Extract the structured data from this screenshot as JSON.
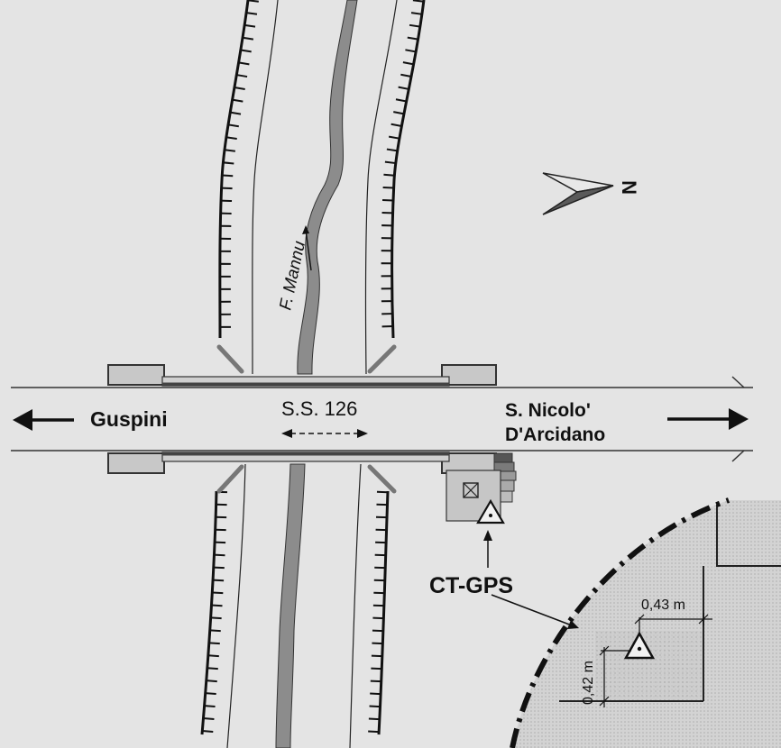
{
  "labels": {
    "river": "F. Mannu",
    "road": "S.S. 126",
    "west_town": "Guspini",
    "east_town_line1": "S. Nicolo'",
    "east_town_line2": "D'Arcidano",
    "station": "CT-GPS",
    "north": "N",
    "offset_x": "0,43 m",
    "offset_y": "0,42 m"
  },
  "colors": {
    "background": "#e4e4e4",
    "river": "#8c8c8c",
    "river_bed": "#b4b4b4",
    "ink": "#111111",
    "abutment": "#c8c8c8",
    "detail_fill": "#cfcfcf"
  }
}
